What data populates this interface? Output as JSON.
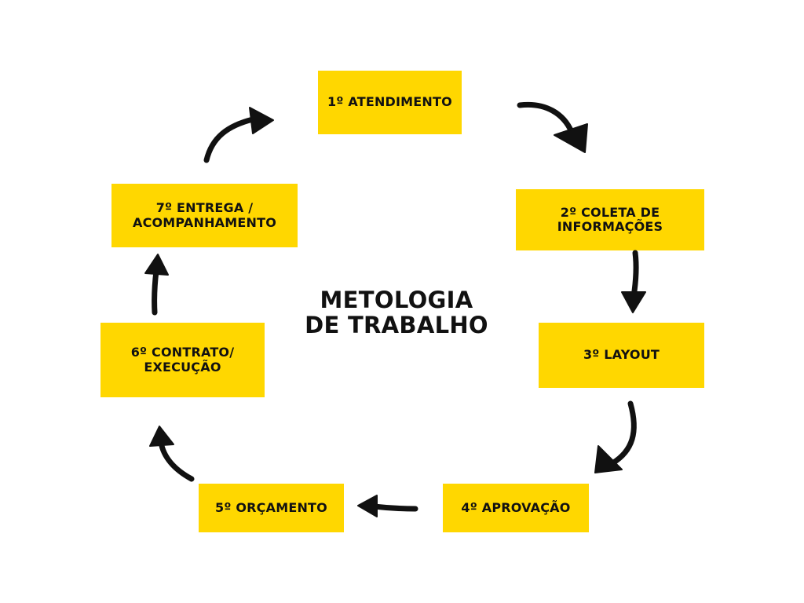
{
  "title": {
    "line1": "METOLOGIA",
    "line2": "DE TRABALHO"
  },
  "steps": [
    {
      "line1": "1º ATENDIMENTO",
      "line2": ""
    },
    {
      "line1": "2º COLETA DE",
      "line2": "INFORMAÇÕES"
    },
    {
      "line1": "3º LAYOUT",
      "line2": ""
    },
    {
      "line1": "4º APROVAÇÃO",
      "line2": ""
    },
    {
      "line1": "5º ORÇAMENTO",
      "line2": ""
    },
    {
      "line1": "6º CONTRATO/",
      "line2": "EXECUÇÃO"
    },
    {
      "line1": "7º ENTREGA /",
      "line2": "ACOMPANHAMENTO"
    }
  ],
  "colors": {
    "box": "#FFD700",
    "text": "#111111",
    "arrow": "#111111",
    "background": "#FFFFFF"
  }
}
